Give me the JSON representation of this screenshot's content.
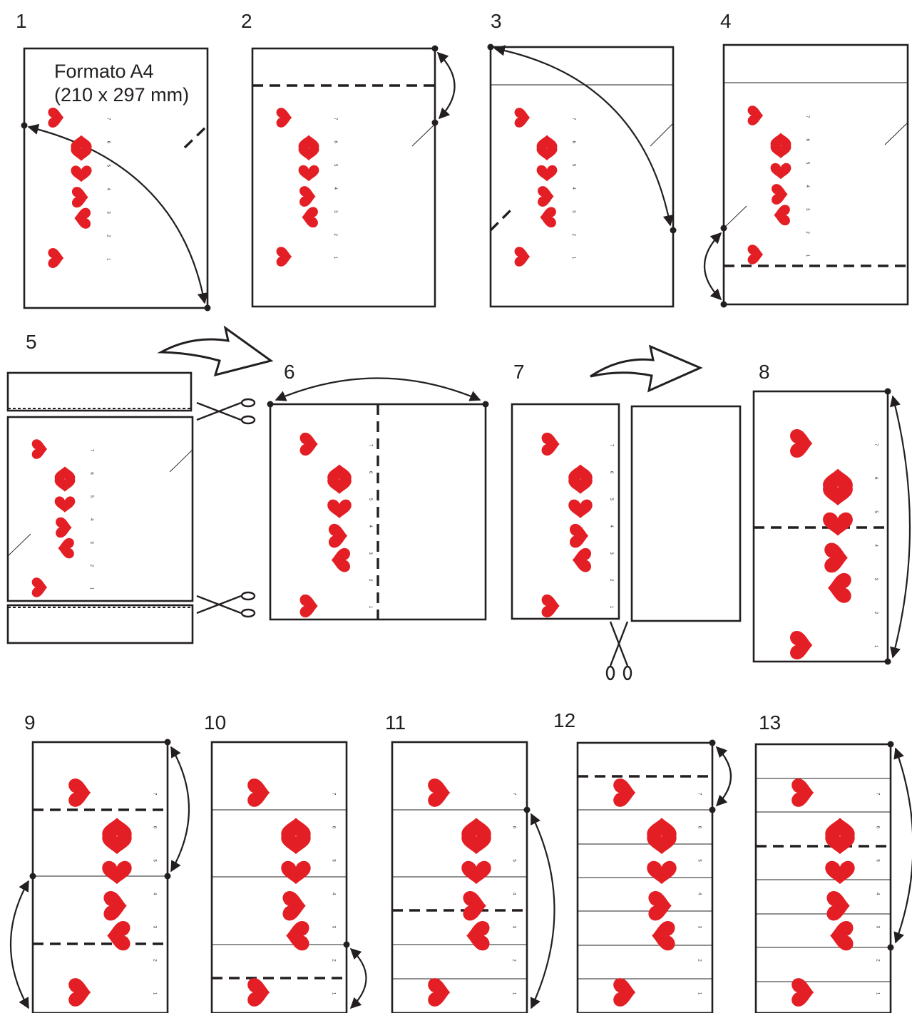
{
  "diagram": {
    "sheet_label": "Formato A4",
    "sheet_size": "(210 x 297 mm)",
    "steps": [
      "1",
      "2",
      "3",
      "4",
      "5",
      "6",
      "7",
      "8",
      "9",
      "10",
      "11",
      "12",
      "13"
    ],
    "scale_marks": [
      "1",
      "2",
      "3",
      "4",
      "5",
      "6",
      "7"
    ],
    "colors": {
      "heart": "#e31e24",
      "line": "#231f20"
    },
    "icons": [
      "heart-icon",
      "scissors-icon",
      "curved-arrow-icon",
      "fold-arrow-icon"
    ]
  }
}
